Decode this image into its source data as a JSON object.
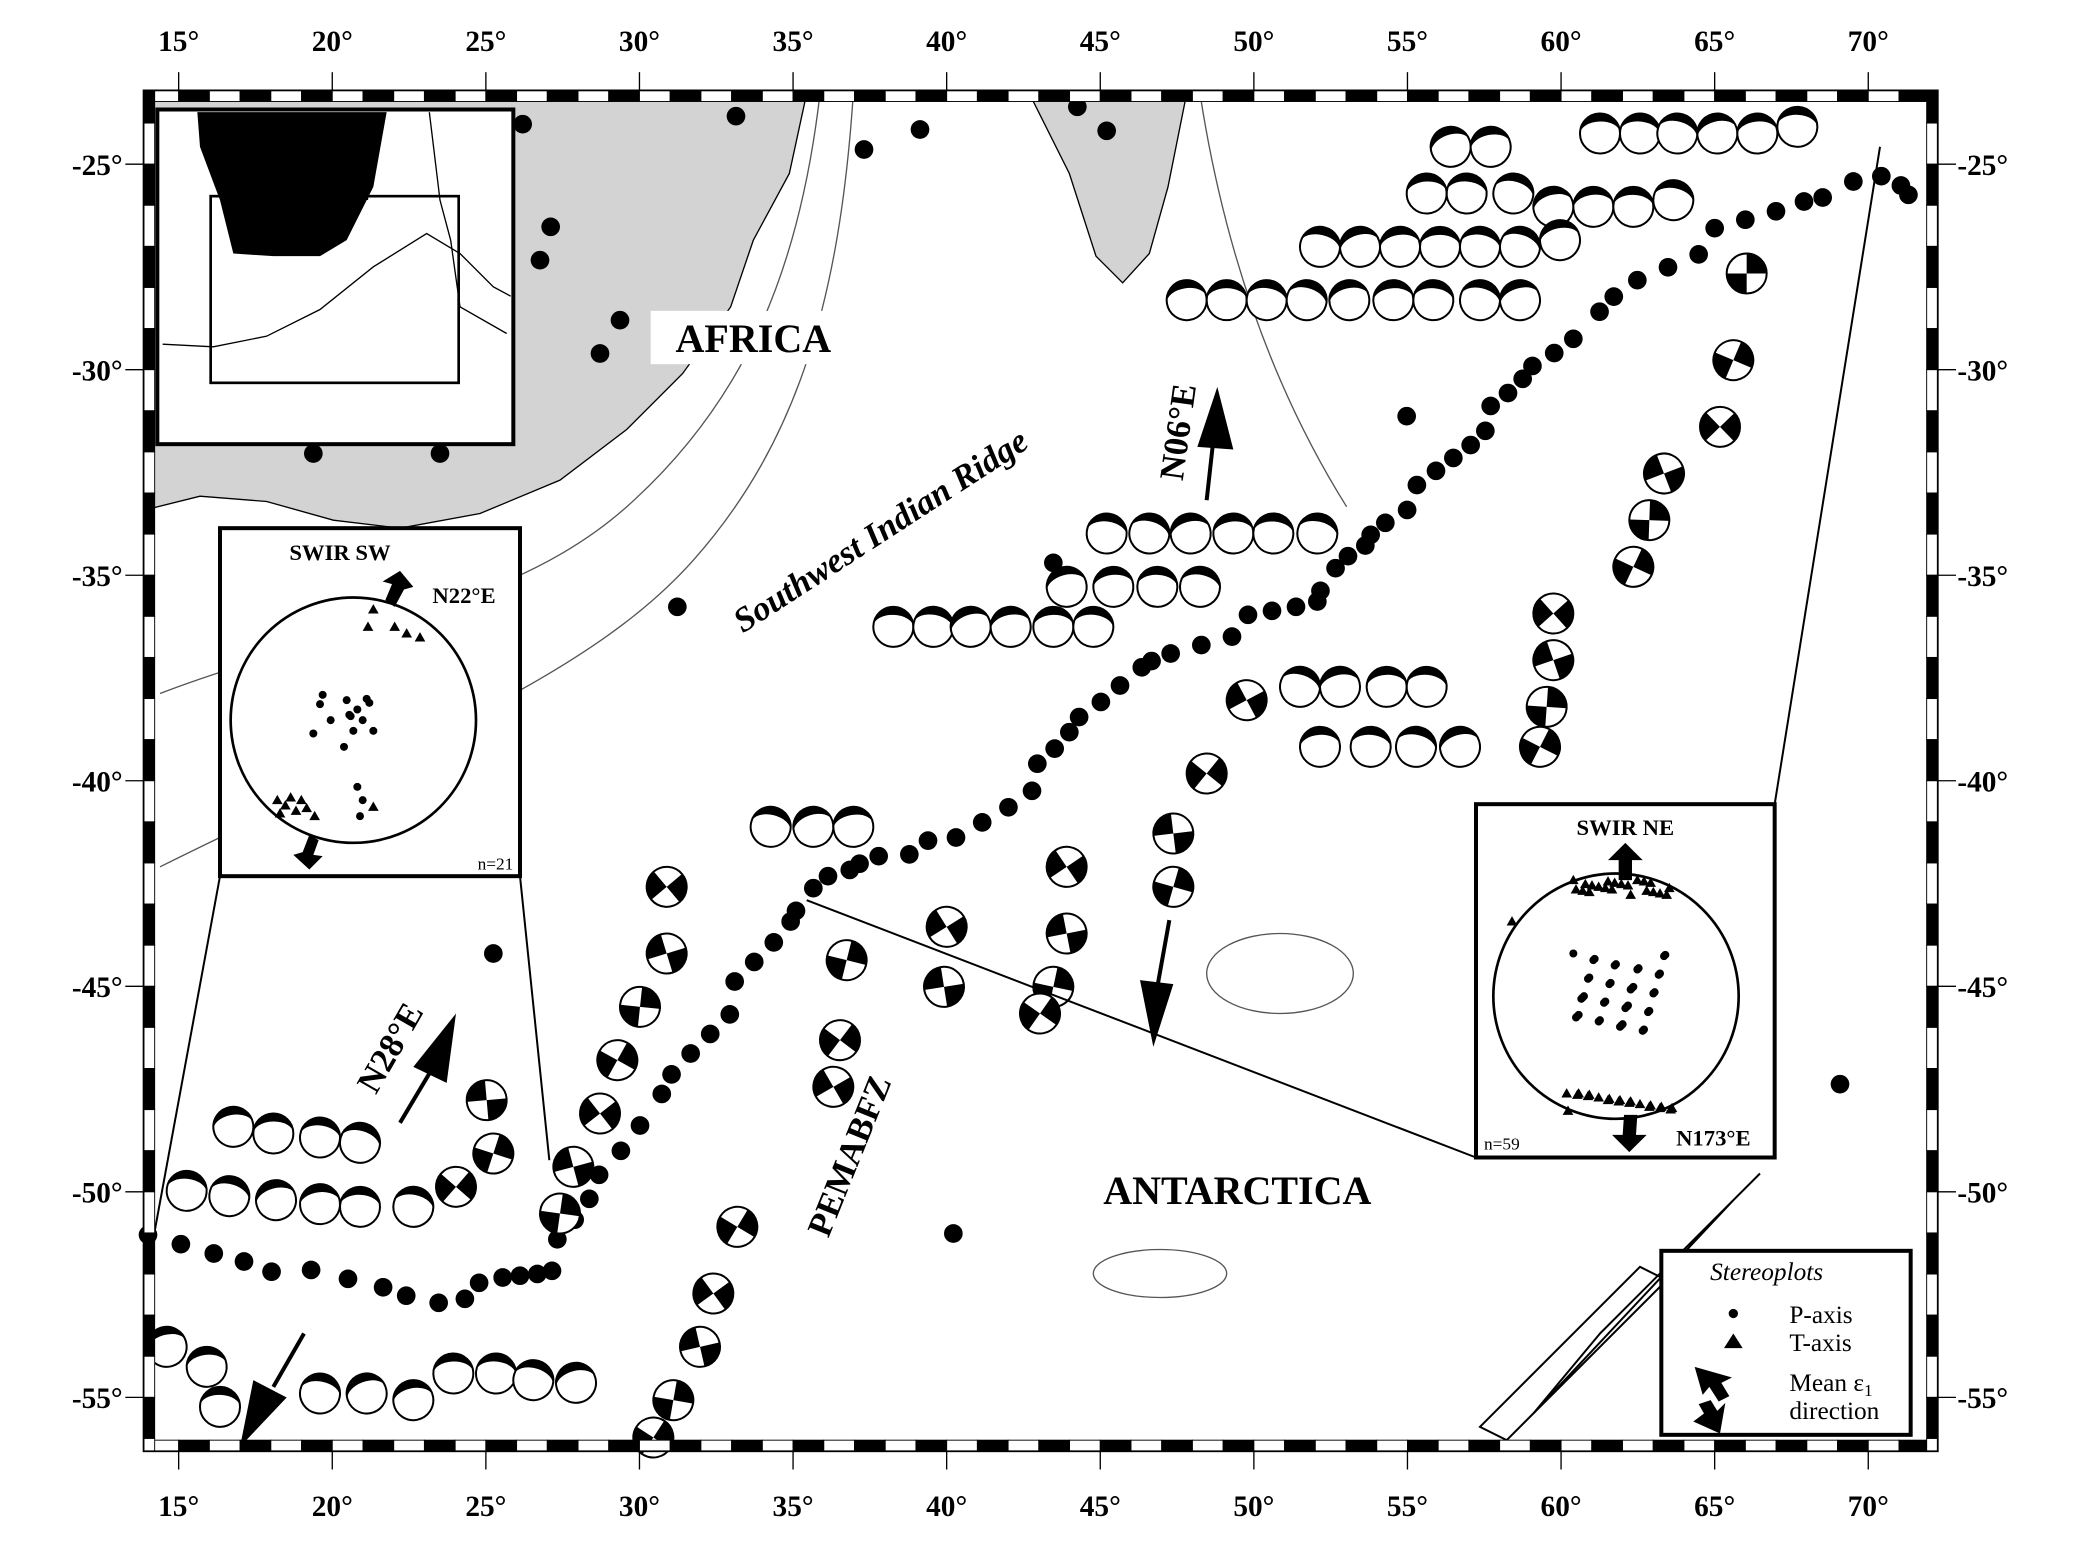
{
  "map": {
    "lon_ticks": [
      "15°",
      "20°",
      "25°",
      "30°",
      "35°",
      "40°",
      "45°",
      "50°",
      "55°",
      "60°",
      "65°",
      "70°"
    ],
    "lon_values": [
      15,
      20,
      25,
      30,
      35,
      40,
      45,
      50,
      55,
      60,
      65,
      70
    ],
    "lat_ticks": [
      "-25°",
      "-30°",
      "-35°",
      "-40°",
      "-45°",
      "-50°",
      "-55°"
    ],
    "lat_values": [
      -25,
      -30,
      -35,
      -40,
      -45,
      -50,
      -55
    ],
    "lon_range": [
      14.2,
      72.2
    ],
    "lat_range": [
      -22.8,
      -56.3
    ],
    "labels": {
      "africa": "AFRICA",
      "antarctica": "ANTARCTICA",
      "ridge": "Southwest Indian Ridge",
      "fracture_zone": "PEMABFZ",
      "arrow_ne": "N06°E",
      "arrow_sw": "N28°E"
    },
    "land_color": "#d3d3d3"
  },
  "stereo_sw": {
    "title": "SWIR  SW",
    "direction": "N22°E",
    "count": "n=21"
  },
  "stereo_ne": {
    "title": "SWIR  NE",
    "direction": "N173°E",
    "count": "n=59"
  },
  "legend": {
    "title": "Stereoplots",
    "p_axis": "P-axis",
    "t_axis": "T-axis",
    "mean_line1": "Mean ε",
    "mean_sub": "1",
    "mean_line2": "direction"
  }
}
